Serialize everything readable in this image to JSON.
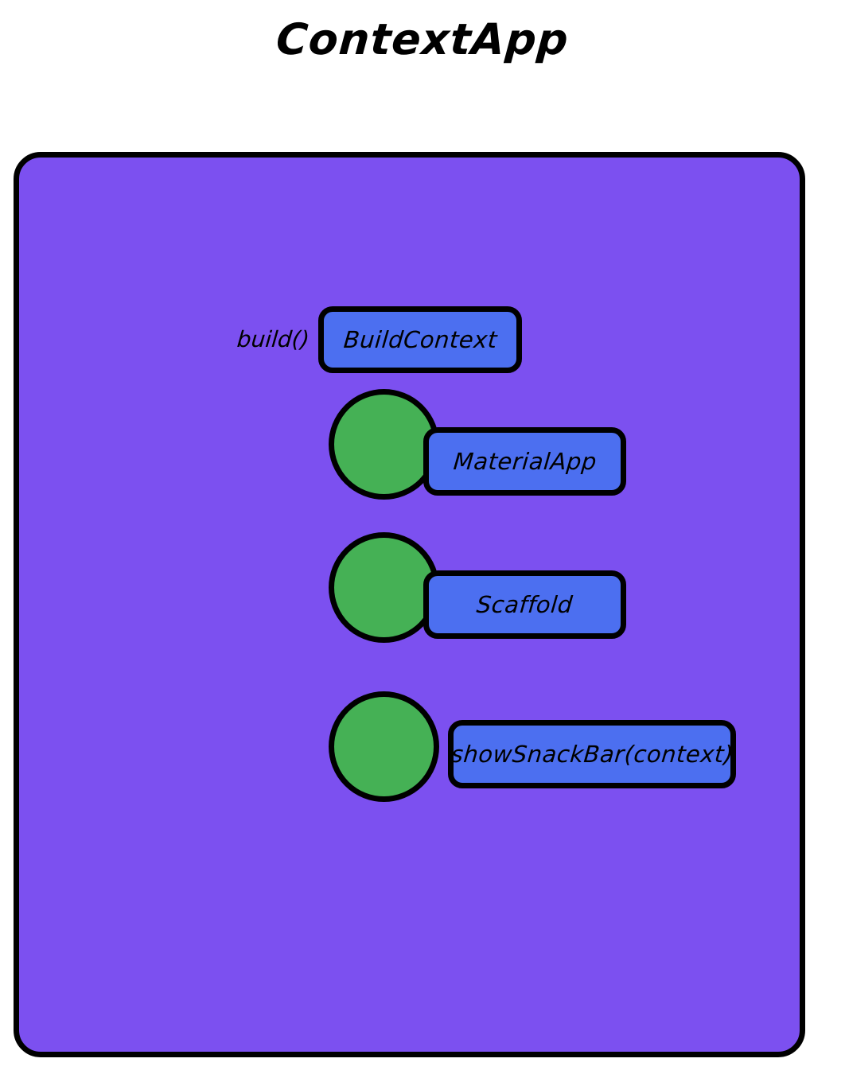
{
  "diagram": {
    "title": "ContextApp",
    "container": {
      "name": "ContextApp",
      "fill_color": "#7C50F0",
      "stroke_color": "#000000"
    },
    "colors": {
      "background": "#FFFFFF",
      "container_purple": "#7C50F0",
      "node_blue": "#4C6FF0",
      "node_green": "#45B155",
      "stroke_black": "#000000",
      "text_black": "#000000"
    },
    "annotations": [
      {
        "id": "build-call",
        "label": "build()"
      }
    ],
    "nodes": [
      {
        "id": "buildcontext",
        "label": "BuildContext",
        "shape": "rounded-rect",
        "color": "#4C6FF0",
        "has_circle": false
      },
      {
        "id": "materialapp",
        "label": "MaterialApp",
        "shape": "rounded-rect",
        "color": "#4C6FF0",
        "has_circle": true,
        "circle_color": "#45B155"
      },
      {
        "id": "scaffold",
        "label": "Scaffold",
        "shape": "rounded-rect",
        "color": "#4C6FF0",
        "has_circle": true,
        "circle_color": "#45B155"
      },
      {
        "id": "snackbar",
        "label": "showSnackBar(context)",
        "shape": "rounded-rect",
        "color": "#4C6FF0",
        "has_circle": true,
        "circle_color": "#45B155"
      }
    ]
  }
}
